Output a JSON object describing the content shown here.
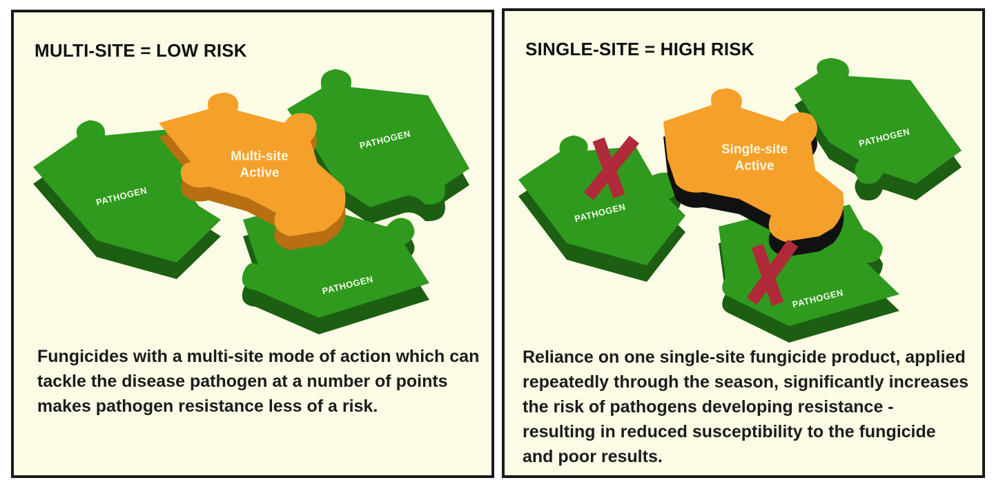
{
  "left_panel": {
    "heading": "MULTI-SITE = LOW RISK",
    "active_label_line1": "Multi-site",
    "active_label_line2": "Active",
    "pathogen_labels": [
      "PATHOGEN",
      "PATHOGEN",
      "PATHOGEN"
    ],
    "description": "Fungicides with a multi-site mode of action which can tackle the disease pathogen at a number of points makes pathogen resistance less of a risk."
  },
  "right_panel": {
    "heading": "SINGLE-SITE = HIGH RISK",
    "active_label_line1": "Single-site",
    "active_label_line2": "Active",
    "pathogen_labels": [
      "PATHOGEN",
      "PATHOGEN",
      "PATHOGEN"
    ],
    "description": "Reliance on one single-site fungicide product, applied repeatedly through the season, significantly increases the risk of pathogens developing resistance - resulting in reduced susceptibility to the fungicide and poor results."
  },
  "colors": {
    "pathogen_green": "#2f9a1e",
    "pathogen_green_dark": "#1c5f12",
    "active_orange": "#f5a02a",
    "active_orange_dark": "#b86f12",
    "cross_red": "#b02a3a",
    "panel_bg": "#fcfbe6"
  },
  "icons": [
    "puzzle-piece-icon",
    "cross-mark-icon"
  ]
}
